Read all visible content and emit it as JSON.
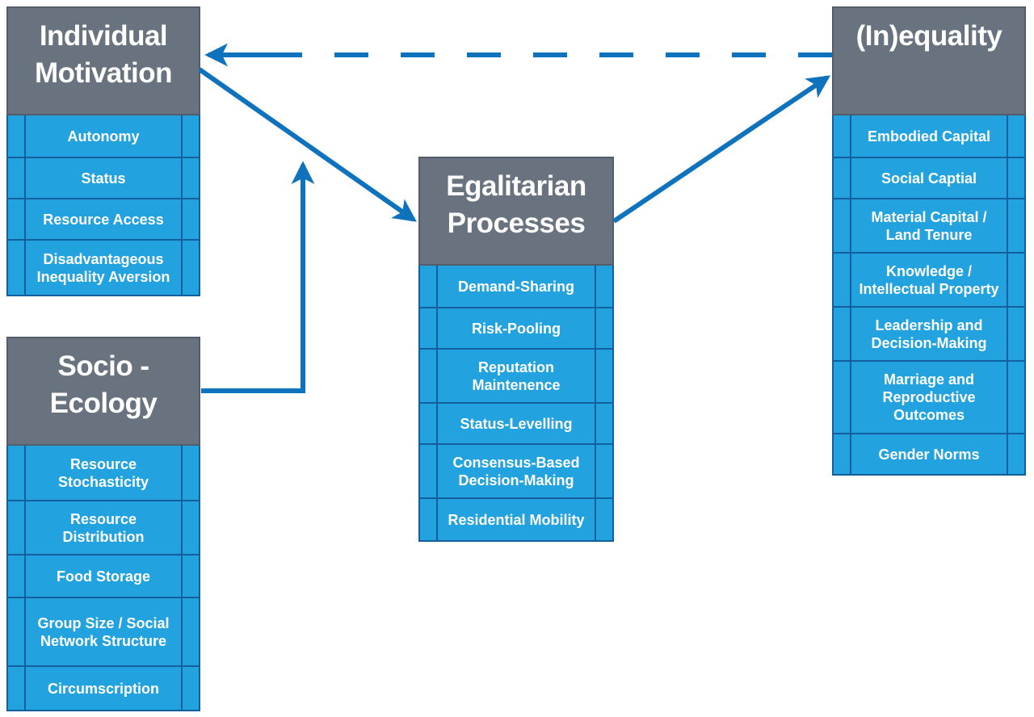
{
  "diagram": {
    "boxes": [
      {
        "id": "individual-motivation",
        "title": "Individual Motivation",
        "items": [
          "Autonomy",
          "Status",
          "Resource Access",
          "Disadvantageous Inequality Aversion"
        ]
      },
      {
        "id": "socio-ecology",
        "title": "Socio - Ecology",
        "items": [
          "Resource Stochasticity",
          "Resource Distribution",
          "Food Storage",
          "Group Size / Social Network Structure",
          "Circumscription"
        ]
      },
      {
        "id": "egalitarian-processes",
        "title": "Egalitarian Processes",
        "items": [
          "Demand-Sharing",
          "Risk-Pooling",
          "Reputation Maintenence",
          "Status-Levelling",
          "Consensus-Based Decision-Making",
          "Residential Mobility"
        ]
      },
      {
        "id": "inequality",
        "title": "(In)equality",
        "items": [
          "Embodied Capital",
          "Social Captial",
          "Material Capital / Land Tenure",
          "Knowledge / Intellectual Property",
          "Leadership and Decision-Making",
          "Marriage and Reproductive Outcomes",
          "Gender Norms"
        ]
      }
    ],
    "arrows": [
      {
        "name": "inequality-to-individual-motivation-dashed-arrow",
        "style": "dashed",
        "from": "(In)equality",
        "to": "Individual Motivation"
      },
      {
        "name": "individual-motivation-to-egalitarian-processes-arrow",
        "style": "solid",
        "from": "Individual Motivation",
        "to": "Egalitarian Processes"
      },
      {
        "name": "egalitarian-processes-to-inequality-arrow",
        "style": "solid",
        "from": "Egalitarian Processes",
        "to": "(In)equality"
      },
      {
        "name": "socio-ecology-elbow-arrow",
        "style": "solid",
        "from": "Socio - Ecology",
        "to": "link between Individual Motivation and Egalitarian Processes"
      }
    ],
    "colors": {
      "cell_blue": "#23A2E0",
      "line_blue": "#135E9C",
      "arrow_blue": "#0E72BC",
      "header_gray": "#68737F",
      "header_border": "#535C68",
      "text_white": "#FFFFFF",
      "bg": "#FFFFFF"
    }
  }
}
